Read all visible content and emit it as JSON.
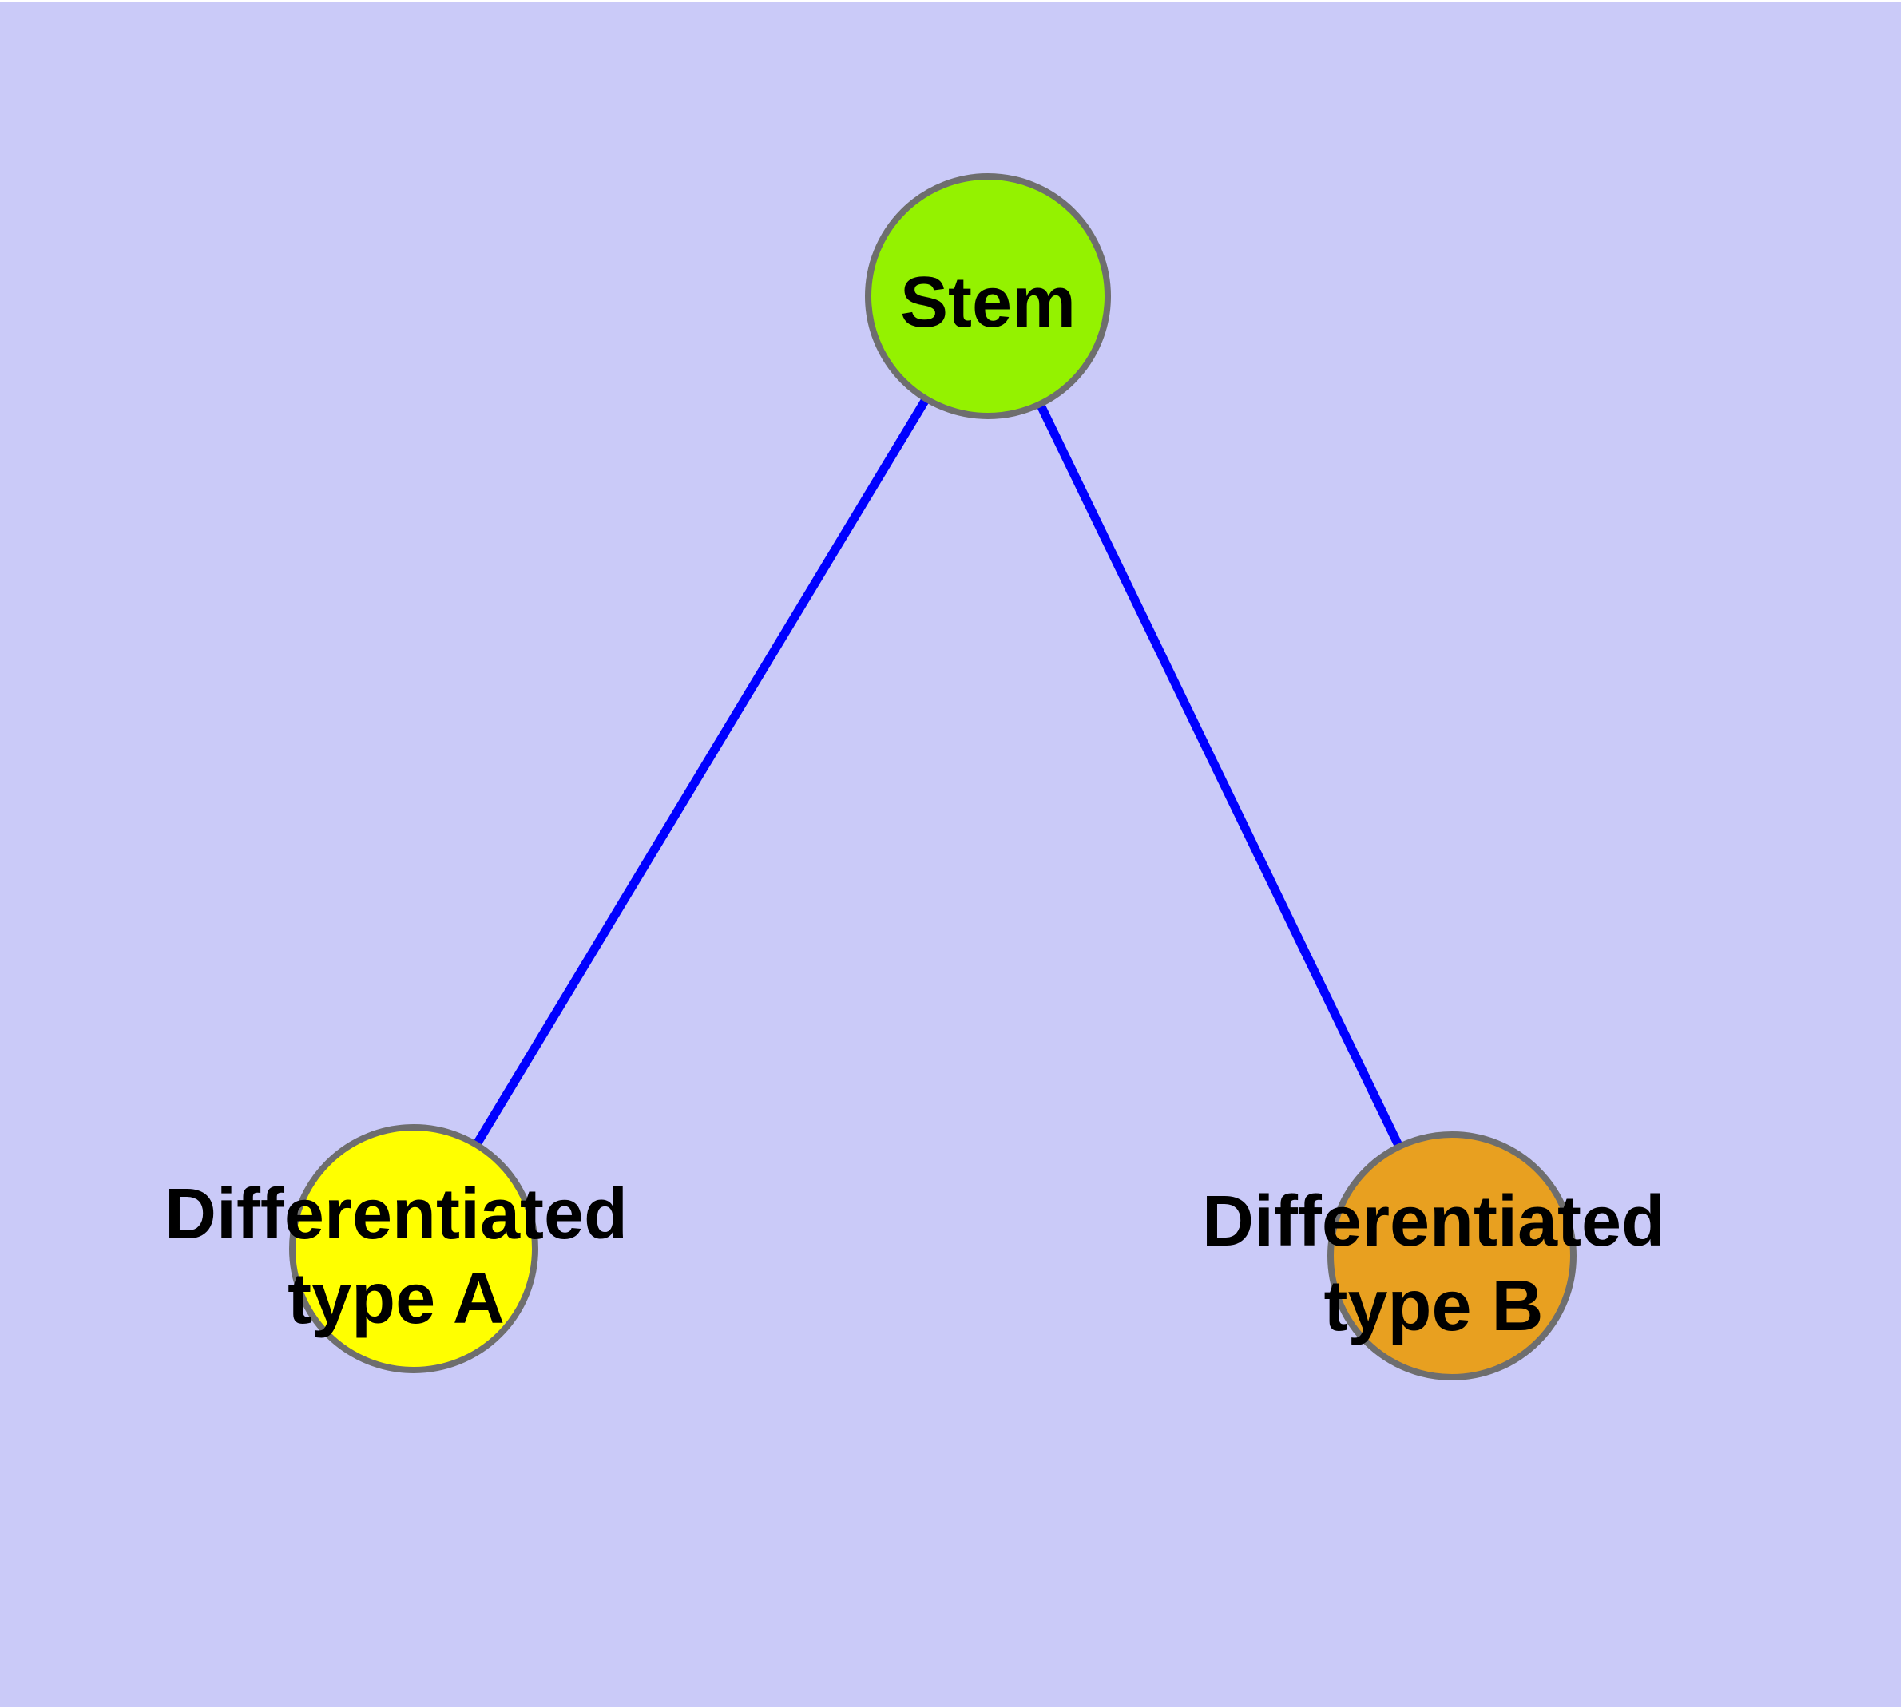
{
  "diagram": {
    "type": "node-link-graph",
    "theme": {
      "background_color": "#CACAF8",
      "page_margin_color": "#FFFFFF",
      "edge_color": "#0000FF",
      "node_border_color": "#6E6E6E",
      "text_color": "#000000"
    },
    "nodes": [
      {
        "id": "stem",
        "label": "Stem",
        "fill": "#94F200"
      },
      {
        "id": "diff-a",
        "label_line1": "Differentiated",
        "label_line2": "type A",
        "fill": "#FFFF00"
      },
      {
        "id": "diff-b",
        "label_line1": "Differentiated",
        "label_line2": "type B",
        "fill": "#E8A020"
      }
    ],
    "edges": [
      {
        "from": "Stem",
        "to": "Differentiated type A"
      },
      {
        "from": "Stem",
        "to": "Differentiated type B"
      }
    ]
  }
}
